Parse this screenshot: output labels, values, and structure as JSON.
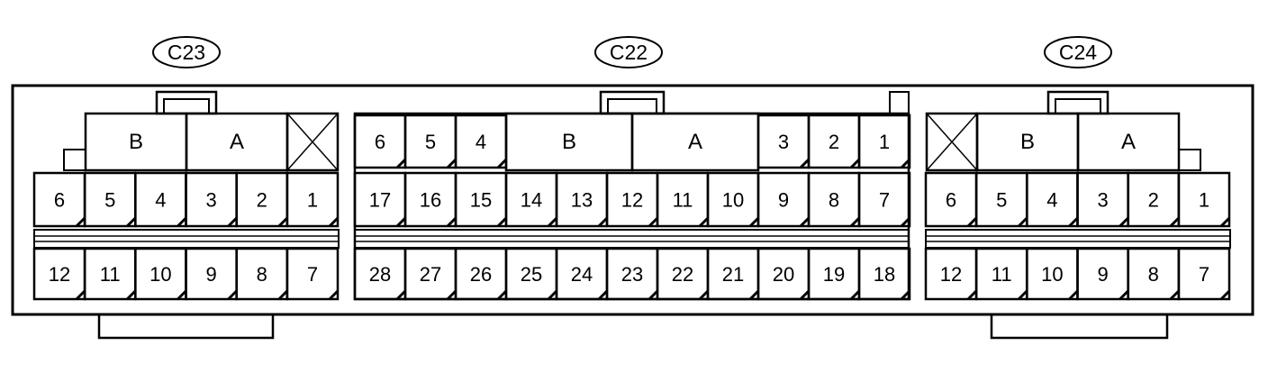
{
  "connectors": {
    "c23": {
      "label": "C23",
      "top_blocks": [
        "B",
        "A"
      ],
      "row1": [
        "6",
        "5",
        "4",
        "3",
        "2",
        "1"
      ],
      "row2": [
        "12",
        "11",
        "10",
        "9",
        "8",
        "7"
      ]
    },
    "c22": {
      "label": "C22",
      "top_left": [
        "6",
        "5",
        "4"
      ],
      "top_blocks": [
        "B",
        "A"
      ],
      "top_right": [
        "3",
        "2",
        "1"
      ],
      "row1": [
        "17",
        "16",
        "15",
        "14",
        "13",
        "12",
        "11",
        "10",
        "9",
        "8",
        "7"
      ],
      "row2": [
        "28",
        "27",
        "26",
        "25",
        "24",
        "23",
        "22",
        "21",
        "20",
        "19",
        "18"
      ]
    },
    "c24": {
      "label": "C24",
      "top_blocks": [
        "B",
        "A"
      ],
      "row1": [
        "6",
        "5",
        "4",
        "3",
        "2",
        "1"
      ],
      "row2": [
        "12",
        "11",
        "10",
        "9",
        "8",
        "7"
      ]
    }
  },
  "colors": {
    "line": "#000000",
    "background": "#ffffff"
  }
}
